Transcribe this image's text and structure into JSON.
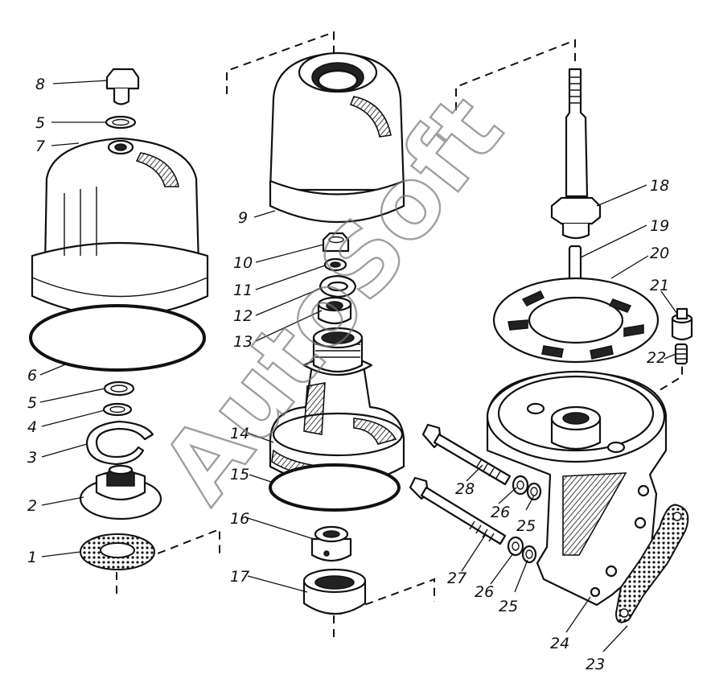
{
  "watermark": "AutoSoft",
  "callouts": [
    {
      "id": "c1",
      "text": "1"
    },
    {
      "id": "c2",
      "text": "2"
    },
    {
      "id": "c3",
      "text": "3"
    },
    {
      "id": "c4",
      "text": "4"
    },
    {
      "id": "c5a",
      "text": "5"
    },
    {
      "id": "c5b",
      "text": "5"
    },
    {
      "id": "c6",
      "text": "6"
    },
    {
      "id": "c7",
      "text": "7"
    },
    {
      "id": "c8",
      "text": "8"
    },
    {
      "id": "c9",
      "text": "9"
    },
    {
      "id": "c10",
      "text": "10"
    },
    {
      "id": "c11",
      "text": "11"
    },
    {
      "id": "c12",
      "text": "12"
    },
    {
      "id": "c13",
      "text": "13"
    },
    {
      "id": "c14",
      "text": "14"
    },
    {
      "id": "c15",
      "text": "15"
    },
    {
      "id": "c16",
      "text": "16"
    },
    {
      "id": "c17",
      "text": "17"
    },
    {
      "id": "c18",
      "text": "18"
    },
    {
      "id": "c19",
      "text": "19"
    },
    {
      "id": "c20",
      "text": "20"
    },
    {
      "id": "c21",
      "text": "21"
    },
    {
      "id": "c22",
      "text": "22"
    },
    {
      "id": "c23",
      "text": "23"
    },
    {
      "id": "c24",
      "text": "24"
    },
    {
      "id": "c25a",
      "text": "25"
    },
    {
      "id": "c25b",
      "text": "25"
    },
    {
      "id": "c26a",
      "text": "26"
    },
    {
      "id": "c26b",
      "text": "26"
    },
    {
      "id": "c27",
      "text": "27"
    },
    {
      "id": "c28",
      "text": "28"
    }
  ]
}
